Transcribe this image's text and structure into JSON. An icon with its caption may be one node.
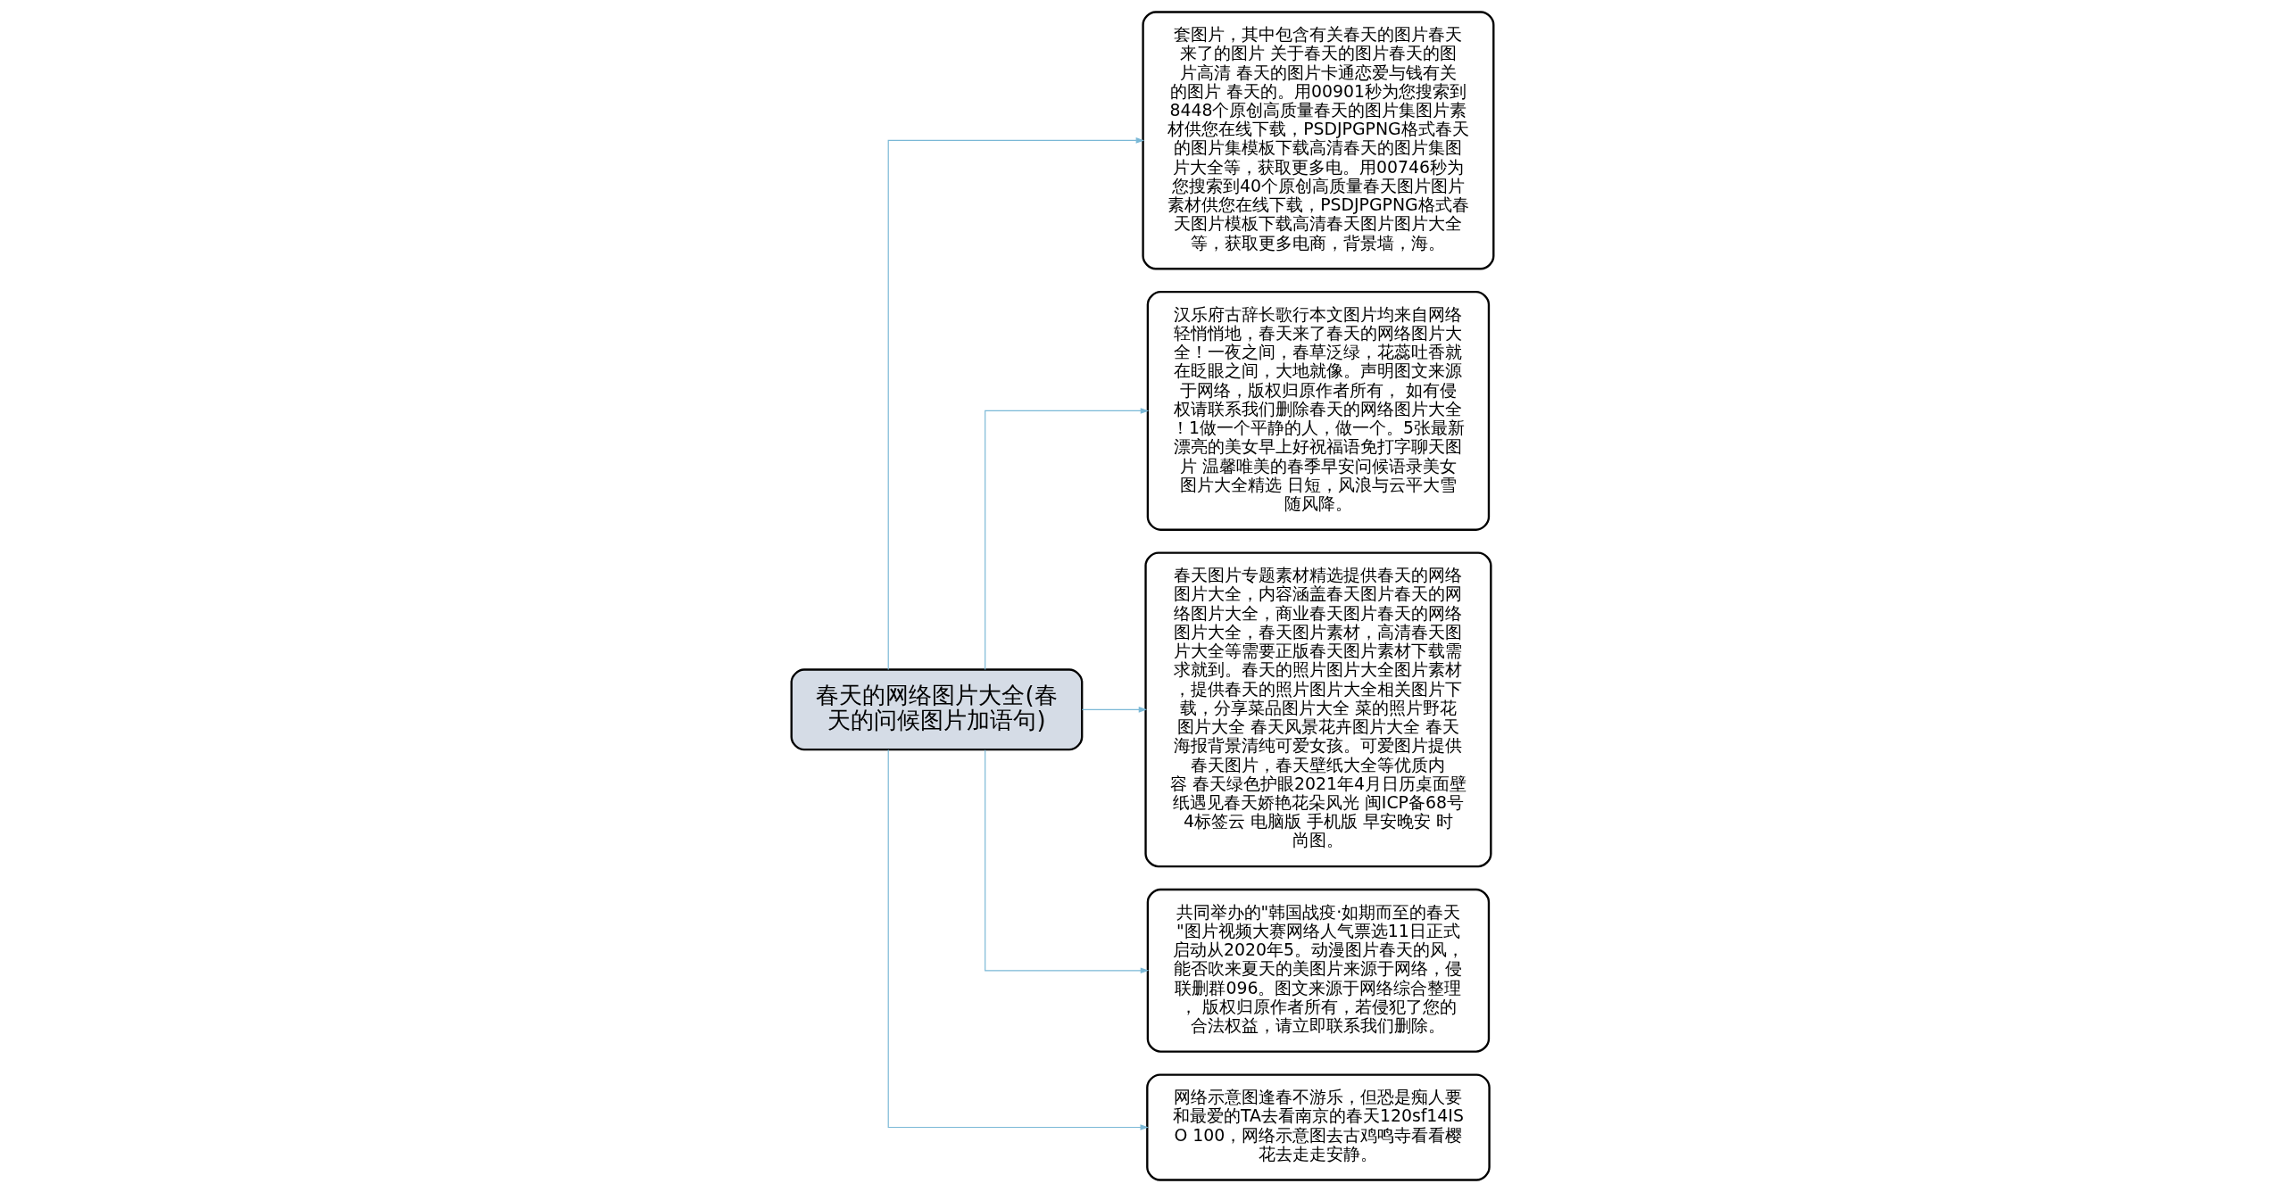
{
  "diagram": {
    "nodes": [
      {
        "text": [
          "春天的网络图片大全(春天的问候图片加语句)"
        ]
      },
      {
        "text": [
          "套图片，其中包含有关春天的图片春天来了的图片 关于春天的图片春天的图片高清 春天的图片卡通恋爱与钱有关的图片 春天的。用00901秒为您搜索到8448个原创高质量春天的图片集图片素材供您在线下载，PSDJPGPNG格式春天的图片集模板下载高清春天的图片集图片大全等，获取更多电。用00746秒为您搜索到40个原创高质量春天图片图片素材供您在线下载，PSDJPGPNG格式春天图片模板下载高清春天图片图片大全等，获取更多电商，背景墙，海。"
        ]
      },
      {
        "text": [
          "汉乐府古辞长歌行本文图片均来自网络轻悄悄地，春天来了春天的网络图片大全！一夜之间，春草泛绿，花蕊吐香就在眨眼之间，大地就像。声明图文来源于网络，版权归原作者所有， 如有侵权请联系我们删除春天的网络图片大全！1做一个平静的人，做一个。5张最新漂亮的美女早上好祝福语免打字聊天图片 温馨唯美的春季早安问候语录美女图片大全精选 日短，风浪与云平大雪随风降。"
        ]
      },
      {
        "text": [
          "春天图片专题素材精选提供春天的网络图片大全，内容涵盖春天图片春天的网络图片大全，商业春天图片春天的网络图片大全，春天图片素材，高清春天图片大全等需要正版春天图片素材下载需求就到。春天的照片图片大全图片素材，提供春天的照片图片大全相关图片下载，分享菜品图片大全 菜的照片野花图片大全 春天风景花卉图片大全 春天海报背景清纯可爱女孩。可爱图片提供春天图片，春天壁纸大全等优质内容 春天绿色护眼2021年4月日历桌面壁纸遇见春天娇艳花朵风光 闽ICP备68号4标签云 电脑版 手机版 早安晚安 时尚图。"
        ]
      },
      {
        "text": [
          "共同举办的\"韩国战疫·如期而至的春天\"图片视频大赛网络人气票选11日正式启动从2020年5。动漫图片春天的风，能否吹来夏天的美图片来源于网络，侵联删群096。图文来源于网络综合整理， 版权归原作者所有，若侵犯了您的合法权益，请立即联系我们删除。"
        ]
      },
      {
        "text": [
          "网络示意图逢春不游乐，但恐是痴人要和最爱的TA去看南京的春天120sf14ISO 100，网络示意图去古鸡鸣寺看看樱花去走走安静。"
        ]
      }
    ],
    "edges": [
      {
        "from": 0,
        "to": 1,
        "arrow": "to"
      },
      {
        "from": 0,
        "to": 2,
        "arrow": "to"
      },
      {
        "from": 0,
        "to": 3,
        "arrow": "to"
      },
      {
        "from": 0,
        "to": 4,
        "arrow": "to"
      },
      {
        "from": 0,
        "to": 5,
        "arrow": "to"
      }
    ]
  }
}
